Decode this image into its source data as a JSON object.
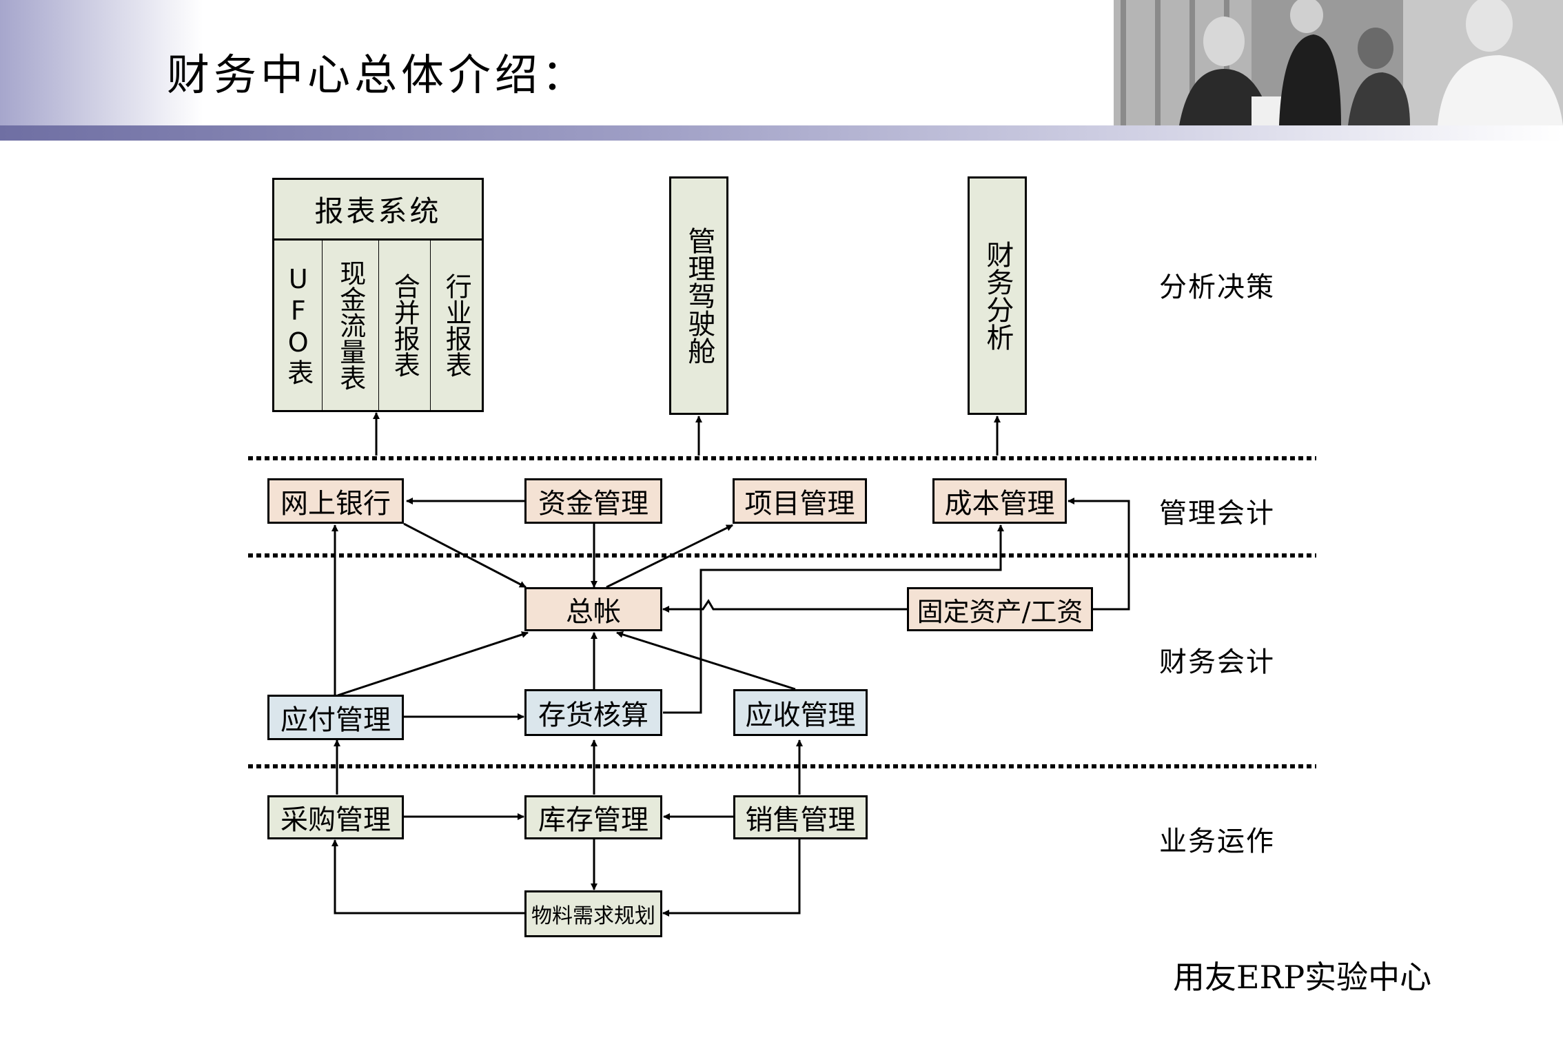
{
  "title": "财务中心总体介绍：",
  "report_system": {
    "header": "报表系统",
    "columns": [
      "UFO表",
      "现金流量表",
      "合并报表",
      "行业报表"
    ]
  },
  "analysis_boxes": {
    "cockpit": "管理驾驶舱",
    "financial_analysis": "财务分析"
  },
  "levels": {
    "analysis": "分析决策",
    "management": "管理会计",
    "financial": "财务会计",
    "operations": "业务运作"
  },
  "modules": {
    "online_bank": "网上银行",
    "fund_mgmt": "资金管理",
    "project_mgmt": "项目管理",
    "cost_mgmt": "成本管理",
    "general_ledger": "总帐",
    "fixed_assets_payroll": "固定资产/工资",
    "payables": "应付管理",
    "inventory_accounting": "存货核算",
    "receivables": "应收管理",
    "purchasing": "采购管理",
    "stock_mgmt": "库存管理",
    "sales_mgmt": "销售管理",
    "mrp": "物料需求规划"
  },
  "footer": "用友ERP实验中心",
  "colors": {
    "management_fill": "#f4e2d4",
    "financial_fill": "#dbe6ec",
    "operations_fill": "#e6eadb",
    "header_bar": "#8080b0"
  }
}
